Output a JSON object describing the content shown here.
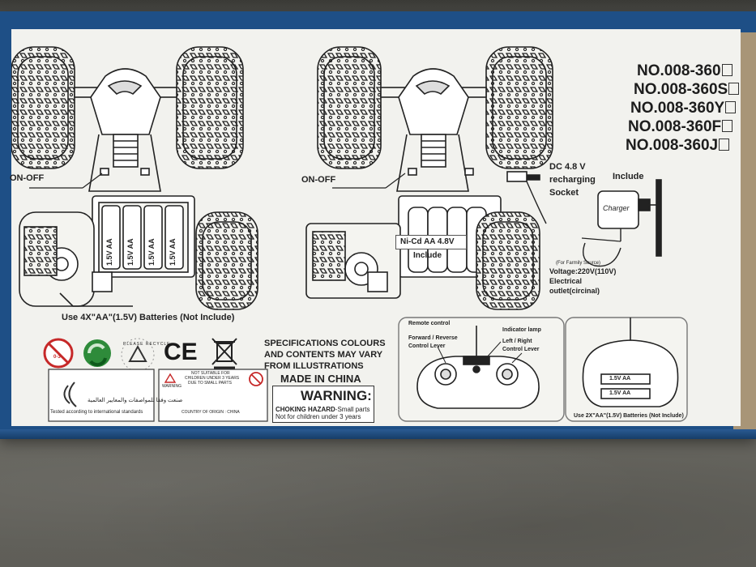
{
  "scene": {
    "description_colors": {
      "box_blue": "#1e4f86",
      "panel": "#f2f2ee",
      "surface": "#6f6e68"
    }
  },
  "models": [
    "NO.008-360",
    "NO.008-360S",
    "NO.008-360Y",
    "NO.008-360F",
    "NO.008-360J"
  ],
  "left_diagram": {
    "switch_label": "ON-OFF",
    "battery_label": "1.5V AA",
    "caption": "Use 4X\"AA\"(1.5V) Batteries (Not Include)"
  },
  "right_diagram": {
    "switch_label": "ON-OFF",
    "socket_label_1": "DC 4.8 V",
    "socket_label_2": "recharging",
    "socket_label_3": "Socket",
    "pack_label": "Ni-Cd AA 4.8V",
    "pack_include": "Include",
    "charger_include": "Include",
    "charger_label": "Charger",
    "family_source": "(For Farmily Source)",
    "voltage": "Voltage:220V(110V)",
    "outlet_1": "Electrical",
    "outlet_2": "outlet(circinal)"
  },
  "icons_row": {
    "ce_mark": "CE",
    "age_badge": "0-3",
    "recycle_text": "PLEASE RECYCLE"
  },
  "spec_notice": {
    "line1": "SPECIFICATIONS COLOURS",
    "line2": "AND CONTENTS MAY VARY",
    "line3": "FROM ILLUSTRATIONS"
  },
  "made_in": "MADE IN CHINA",
  "warning": {
    "title": "WARNING:",
    "hazard_bold": "CHOKING HAZARD",
    "hazard_text": "-Small parts",
    "line2": "Not for children under 3 years"
  },
  "standards_box": {
    "arabic": "صنعت وفقا للمواصفات والمعايير العالمية",
    "english": "Tested according to international standards"
  },
  "small_warning": {
    "title": "WARNING",
    "line1": "NOT SUITABLE FOR",
    "line2": "CHILDREN UNDER 3 YEARS",
    "line3": "DUE TO SMALL PARTS",
    "origin": "COUNTRY OF ORIGIN : CHINA"
  },
  "remote_panel": {
    "remote_control": "Remote control",
    "fwd_rev_1": "Forward / Reverse",
    "fwd_rev_2": "Control Lever",
    "indicator": "Indicator lamp",
    "left_right_1": "Left / Right",
    "left_right_2": "Control Lever"
  },
  "remote_battery_panel": {
    "battery_label": "1.5V AA",
    "caption": "Use 2X\"AA\"(1.5V) Batteries (Not Include)"
  }
}
